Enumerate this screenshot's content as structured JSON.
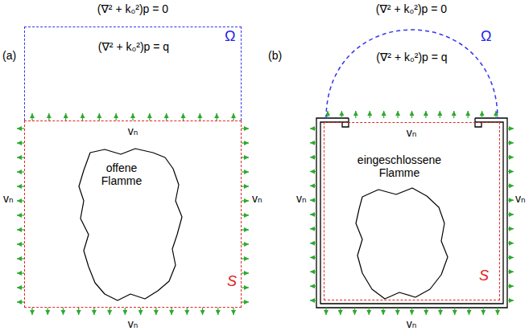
{
  "diagram": {
    "nodes": [
      {
        "text": [
          "Ω",
          "(∇² + k₀²)p = q"
        ]
      },
      {
        "text": [
          "offene Flamme",
          "S"
        ]
      },
      {
        "text": [
          "Ω",
          "(∇² + k₀²)p = q"
        ]
      },
      {
        "text": [
          "eingeschlossene Flamme",
          "S"
        ]
      }
    ],
    "labels": [
      "(∇² + k₀²)p = 0",
      "(a)",
      "vₙ",
      "vₙ",
      "vₙ",
      "vₙ",
      "(∇² + k₀²)p = 0",
      "(b)",
      "vₙ",
      "vₙ",
      "vₙ",
      "vₙ"
    ]
  }
}
